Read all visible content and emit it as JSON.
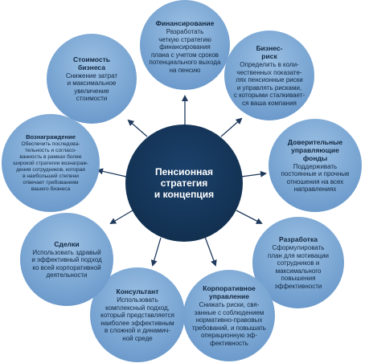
{
  "center": {
    "label": "Пенсионная\nстратегия\nи концепция"
  },
  "nodes": {
    "financing": {
      "title": "Финансирование",
      "body": "Разработать\nчеткую стратегию\nфинансирования\nплана с учетом сроков\nпотенциального выхода\nна пенсию"
    },
    "business_risk": {
      "title": "Бизнес-\nриск",
      "body": "Определить в коли-\nчественных показате-\nлях пенсионные риски\nи управлять рисками,\nс которыми сталкивает-\nся ваша компания"
    },
    "trust_funds": {
      "title": "Доверительные\nуправляющие\nфонды",
      "body": "Поддерживать\nпостоянные и прочные\nотношения на всех\nнаправлениях"
    },
    "development": {
      "title": "Разработка",
      "body": "Сформулировать\nплан для мотивации\nсотрудников и\nмаксимального\nповышения\nэффективности"
    },
    "corporate": {
      "title": "Корпоративное\nуправление",
      "body": "Снижать риски, свя-\nзанные с соблюдением\nнормативно-правовых\nтребований, и повышать\nоперационную эф-\nфективность"
    },
    "consultant": {
      "title": "Консультант",
      "body": "Использовать\nкомплексный подход,\nкоторый представляется\nнаиболее эффективным\nв сложной и динамич-\nной среде"
    },
    "deals": {
      "title": "Сделки",
      "body": "Использовать здравый\nи эффективный подход\nко всей корпоративной\nдеятельности"
    },
    "reward": {
      "title": "Вознаграждение",
      "body": "Обеспечить последова-\nтельность и согласо-\nванность в рамках более\nширокой стратегии вознаграж-\nдения сотрудников, которая\nв наибольшей степени\nотвечает требованиям\nвашего бизнеса"
    },
    "business_cost": {
      "title": "Стоимость\nбизнеса",
      "body": "Снижение затрат\nи максимальное\nувеличение\nстоимости"
    }
  },
  "colors": {
    "node": "#7aa6d3",
    "center": "#143456",
    "arrow": "#1f3a5c"
  }
}
